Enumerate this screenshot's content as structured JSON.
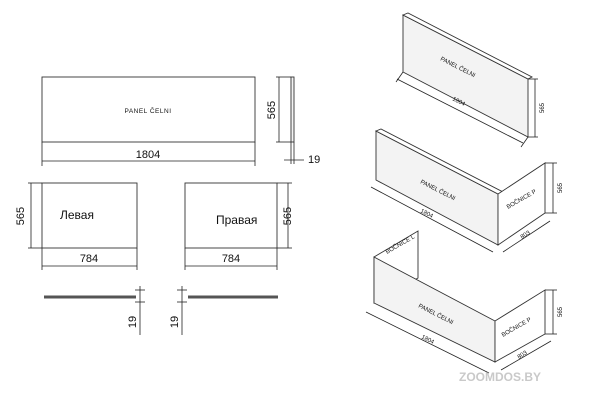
{
  "front_panel": {
    "label": "PANEL ČELNI",
    "width": "1804",
    "height": "565",
    "thickness": "19"
  },
  "left_side": {
    "label": "Левая",
    "width": "784",
    "height": "565",
    "thickness": "19"
  },
  "right_side": {
    "label": "Правая",
    "width": "784",
    "height": "565",
    "thickness": "19"
  },
  "iso_front": {
    "label": "PANEL ČELNI",
    "length": "1804",
    "height": "565"
  },
  "iso_corner_right": {
    "front_label": "PANEL ČELNI",
    "side_label": "BOČNICE P",
    "length": "1804",
    "side_width": "803",
    "height": "565"
  },
  "iso_u_shape": {
    "front_label": "PANEL ČELNI",
    "left_label": "BOČNICE L",
    "right_label": "BOČNICE P",
    "length": "1804",
    "side_width": "803",
    "height": "565"
  },
  "watermark": "ZOOMDOS.BY"
}
